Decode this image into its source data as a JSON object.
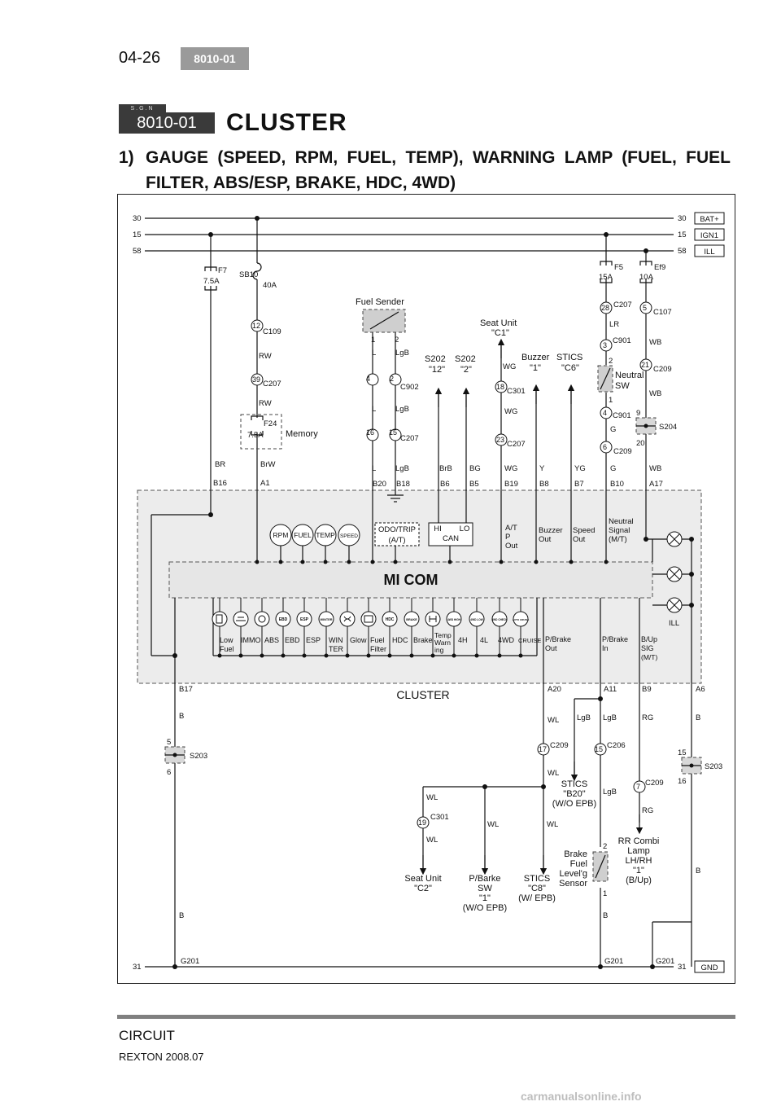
{
  "page": {
    "number": "04-26",
    "code": "8010-01"
  },
  "section": {
    "sgn": "S.G.N",
    "badge": "8010-01",
    "title": "CLUSTER"
  },
  "subtitle": {
    "num": "1)",
    "line1": "GAUGE (SPEED, RPM, FUEL, TEMP), WARNING LAMP (FUEL, FUEL",
    "line2": "FILTER, ABS/ESP, BRAKE, HDC, 4WD)"
  },
  "footer": {
    "section": "CIRCUIT",
    "model": "REXTON 2008.07"
  },
  "watermark": "carmanualsonline.info",
  "rails": {
    "r30": "30",
    "r15": "15",
    "r58": "58",
    "r31": "31",
    "bat": "BAT+",
    "ign": "IGN1",
    "ill": "ILL",
    "gnd": "GND"
  },
  "fuses": {
    "f7": "F7",
    "f7a": "7.5A",
    "sb10": "SB10",
    "sb10a": "40A",
    "f24": "F24",
    "f24a": "7.5A",
    "memory": "Memory",
    "f5": "F5",
    "f5a": "15A",
    "ef9": "Ef9",
    "ef9a": "10A"
  },
  "connectors": {
    "c109": "C109",
    "c207": "C207",
    "c902": "C902",
    "c301": "C301",
    "c901": "C901",
    "c209": "C209",
    "c107": "C107",
    "s204": "S204",
    "s203": "S203",
    "c206": "C206",
    "g201": "G201"
  },
  "pins": {
    "p12": "12",
    "p39": "39",
    "p1": "1",
    "p2": "2",
    "p4": "4",
    "p16": "16",
    "p15": "15",
    "p18": "18",
    "p23": "23",
    "p28": "28",
    "p3": "3",
    "p6": "6",
    "p5": "5",
    "p21": "21",
    "p9": "9",
    "p20": "20",
    "p17": "17",
    "p19": "19",
    "p7": "7"
  },
  "wires": {
    "rw": "RW",
    "br": "BR",
    "brw": "BrW",
    "l": "L",
    "lgb": "LgB",
    "brb": "BrB",
    "bg": "BG",
    "wg": "WG",
    "y": "Y",
    "yg": "YG",
    "g": "G",
    "wb": "WB",
    "lr": "LR",
    "b": "B",
    "wl": "WL",
    "rg": "RG"
  },
  "terminals": {
    "b16": "B16",
    "a1": "A1",
    "b20": "B20",
    "b18": "B18",
    "b6": "B6",
    "b5": "B5",
    "b19": "B19",
    "b8": "B8",
    "b7": "B7",
    "b10": "B10",
    "a17": "A17",
    "b17": "B17",
    "a20": "A20",
    "a11": "A11",
    "b9": "B9",
    "a6": "A6"
  },
  "components": {
    "fuel_sender": "Fuel Sender",
    "seat_c1_1": "Seat Unit",
    "seat_c1_2": "\"C1\"",
    "s202a_1": "S202",
    "s202a_2": "\"12\"",
    "s202b_1": "S202",
    "s202b_2": "\"2\"",
    "buzzer_1": "Buzzer",
    "buzzer_2": "\"1\"",
    "stics_c6_1": "STICS",
    "stics_c6_2": "\"C6\"",
    "neutral_1": "Neutral",
    "neutral_2": "SW",
    "cluster": "CLUSTER",
    "micom": "MI COM",
    "odo_1": "ODO/TRIP",
    "odo_2": "(A/T)",
    "can_hi": "HI",
    "can_lo": "LO",
    "can": "CAN",
    "at_1": "A/T",
    "at_2": "P",
    "at_3": "Out",
    "buzzer_out_1": "Buzzer",
    "buzzer_out_2": "Out",
    "speed_out_1": "Speed",
    "speed_out_2": "Out",
    "ns_1": "Neutral",
    "ns_2": "Signal",
    "ns_3": "(M/T)",
    "ill": "ILL",
    "pbo_1": "P/Brake",
    "pbo_2": "Out",
    "pbi_1": "P/Brake",
    "pbi_2": "In",
    "bup_1": "B/Up",
    "bup_2": "SIG",
    "bup_3": "(M/T)",
    "stics_b20_1": "STICS",
    "stics_b20_2": "\"B20\"",
    "stics_b20_3": "(W/O EPB)",
    "seat_c2_1": "Seat Unit",
    "seat_c2_2": "\"C2\"",
    "pbsw_1": "P/Barke",
    "pbsw_2": "SW",
    "pbsw_3": "\"1\"",
    "pbsw_4": "(W/O EPB)",
    "stics_c8_1": "STICS",
    "stics_c8_2": "\"C8\"",
    "stics_c8_3": "(W/ EPB)",
    "bfl_1": "Brake",
    "bfl_2": "Fuel",
    "bfl_3": "Level'g",
    "bfl_4": "Sensor",
    "rr_1": "RR Combi",
    "rr_2": "Lamp",
    "rr_3": "LH/RH",
    "rr_4": "\"1\"",
    "rr_5": "(B/Up)"
  },
  "gauges": {
    "rpm": "RPM",
    "fuel": "FUEL",
    "temp": "TEMP",
    "speed": "SPEED"
  },
  "warning_icons": {
    "ebd": "EBD",
    "esp": "ESP",
    "winter": "WINTER",
    "hdc": "HDC",
    "brake": "BRAKE",
    "h4": "4WD HIGH",
    "l4": "4WD LOW",
    "chk": "4WD CHECK",
    "auto": "AUTO CRUISE"
  },
  "warning_labels": {
    "low_1": "Low",
    "low_2": "Fuel",
    "immo": "IMMO",
    "abs": "ABS",
    "ebd": "EBD",
    "esp": "ESP",
    "win_1": "WIN",
    "win_2": "TER",
    "glow": "Glow",
    "ff_1": "Fuel",
    "ff_2": "Filter",
    "hdc": "HDC",
    "brake": "Brake",
    "tw_1": "Temp",
    "tw_2": "Warn",
    "tw_3": "ing",
    "h4": "4H",
    "l4": "4L",
    "wd4": "4WD",
    "cruise": "CRUISE"
  }
}
